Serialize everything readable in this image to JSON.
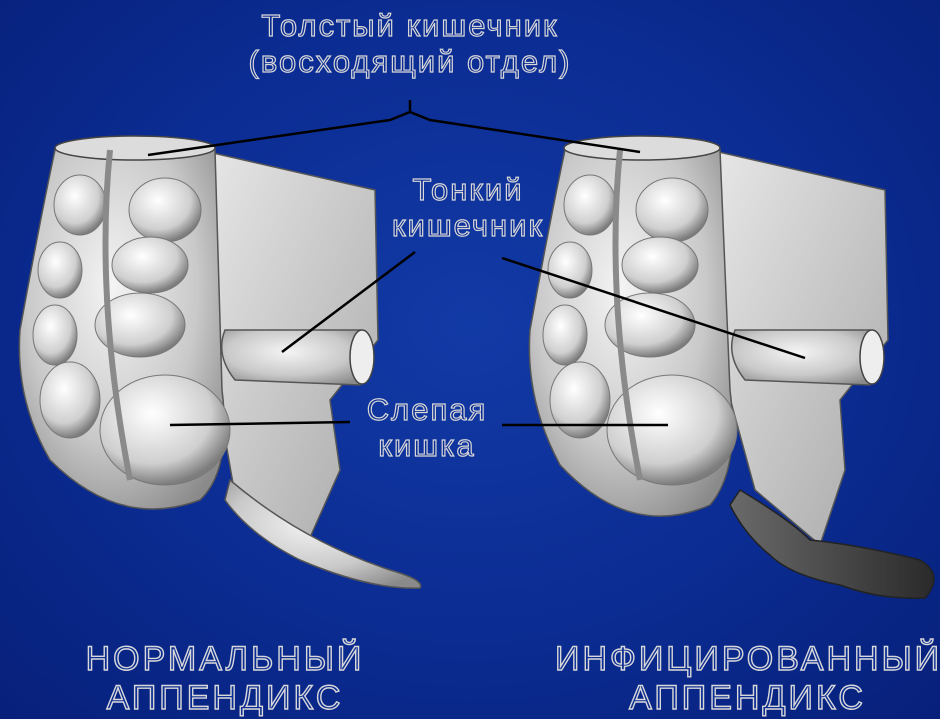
{
  "labels": {
    "large_intestine": [
      "Толстый кишечник",
      "(восходящий отдел)"
    ],
    "small_intestine": [
      "Тонкий",
      "кишечник"
    ],
    "cecum": [
      "Слепая",
      "кишка"
    ]
  },
  "captions": {
    "normal": [
      "НОРМАЛЬНЫЙ",
      "АППЕНДИКС"
    ],
    "infected": [
      "ИНФИЦИРОВАННЫЙ",
      "АППЕНДИКС"
    ]
  },
  "colors": {
    "background": "#0b2c92",
    "label_outline": "#d8d8d8",
    "pointer_line": "#000000"
  }
}
